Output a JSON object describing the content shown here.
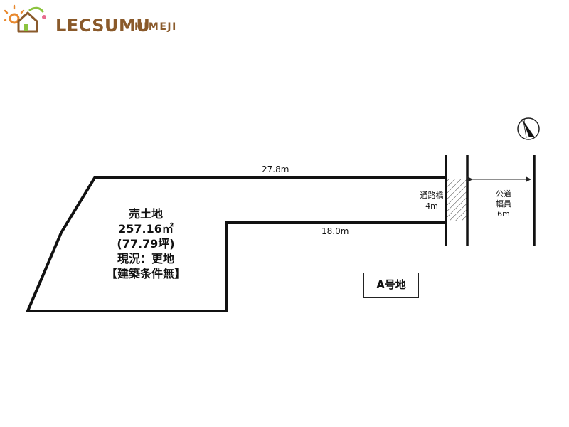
{
  "logo": {
    "brand": "LECSUMU",
    "city": "HIMEJI",
    "colors": {
      "brown": "#8a5a2b",
      "orange": "#e8892f",
      "green": "#8cc43f",
      "pink": "#e86a8f"
    }
  },
  "plan": {
    "top_edge_length": "27.8m",
    "inner_edge_length": "18.0m",
    "bridge_label": "通路橋",
    "bridge_width": "4m",
    "road_label_line1": "公道",
    "road_label_line2": "幅員",
    "road_width": "6m",
    "lot_title": "売土地",
    "lot_area_m2": "257.16㎡",
    "lot_area_tsubo": "(77.79坪)",
    "lot_status": "現況：更地",
    "lot_condition": "【建築条件無】",
    "lot_id": "A号地",
    "north_icon": "north-arrow-icon"
  }
}
